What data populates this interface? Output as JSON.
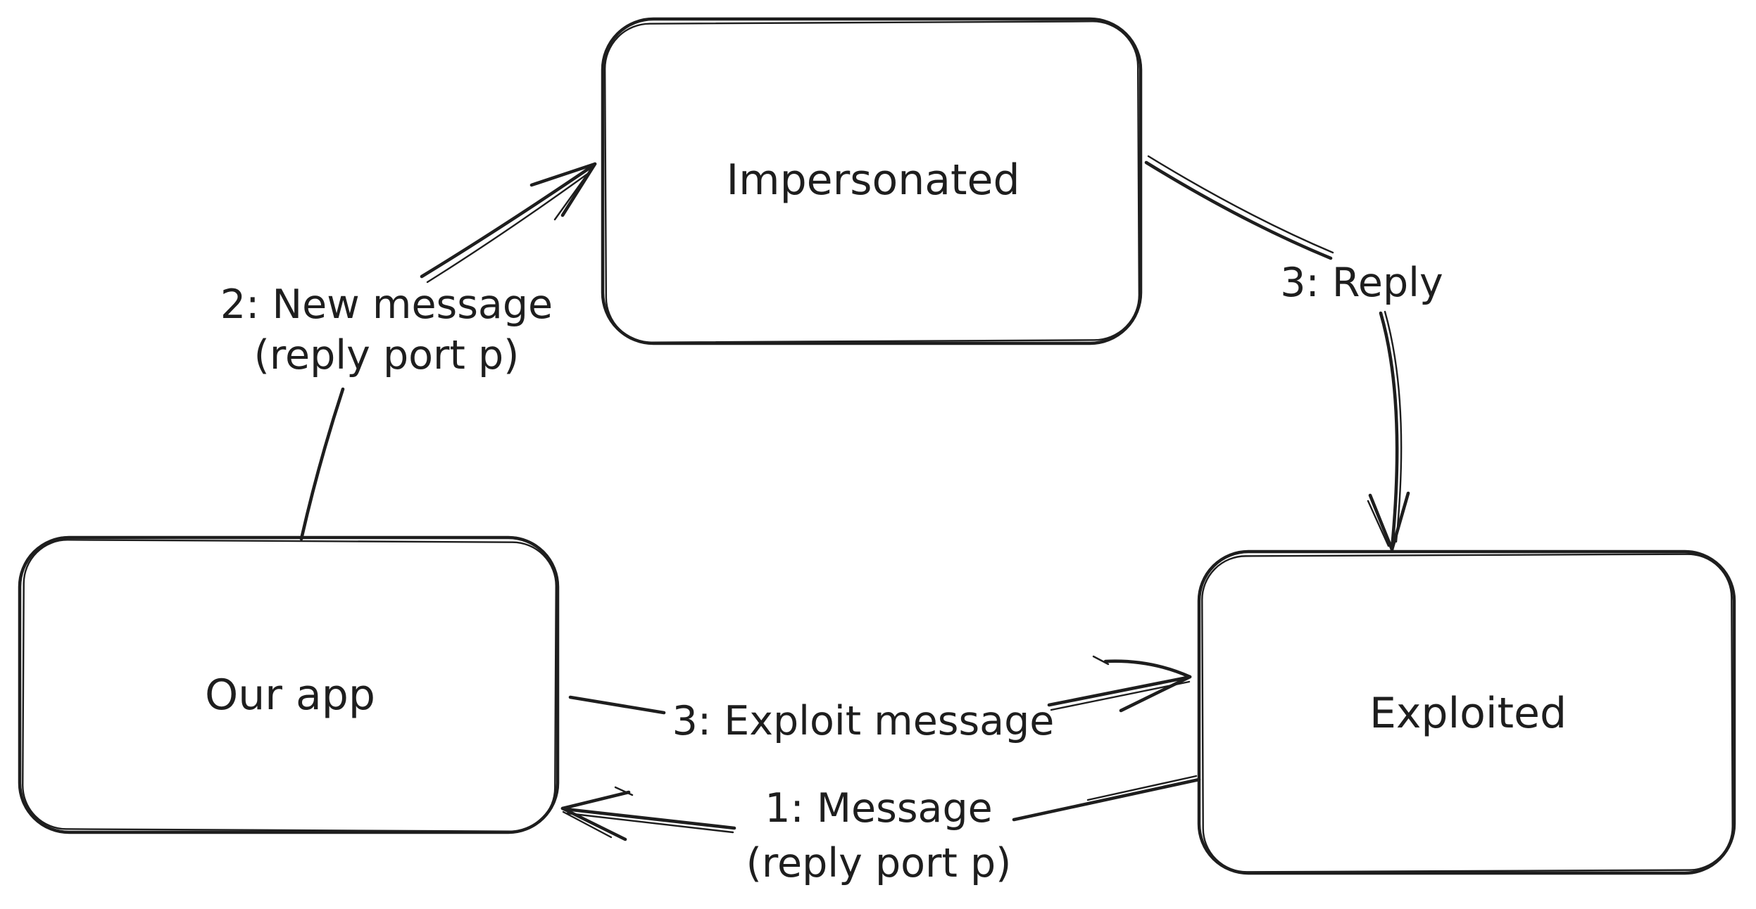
{
  "canvas": {
    "background": "#ffffff",
    "stroke_color": "#1e1e1e"
  },
  "diagram": {
    "type": "hand-drawn flow diagram",
    "nodes": [
      {
        "id": "impersonated",
        "label": "Impersonated"
      },
      {
        "id": "our-app",
        "label": "Our app"
      },
      {
        "id": "exploited",
        "label": "Exploited"
      }
    ],
    "edges": [
      {
        "id": "new-message",
        "from": "our-app",
        "to": "impersonated",
        "label_line1": "2: New message",
        "label_line2": "(reply port p)"
      },
      {
        "id": "reply",
        "from": "impersonated",
        "to": "exploited",
        "label_line1": "3: Reply"
      },
      {
        "id": "exploit-message",
        "from": "our-app",
        "to": "exploited",
        "label_line1": "3: Exploit message"
      },
      {
        "id": "message",
        "from": "exploited",
        "to": "our-app",
        "label_line1": "1: Message",
        "label_line2": "(reply port p)"
      }
    ]
  }
}
